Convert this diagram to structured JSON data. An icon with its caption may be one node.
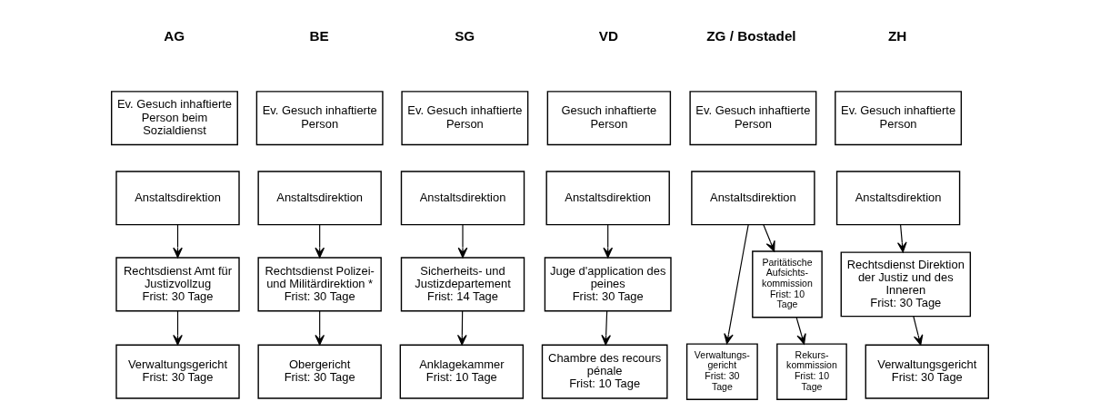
{
  "diagram": {
    "nodes": [
      {
        "text": [
          "Ev. Gesuch inhaftierte Person beim Sozialdienst"
        ]
      },
      {
        "text": [
          "Anstaltsdirektion"
        ]
      },
      {
        "text": [
          "Rechtsdienst Amt für Justizvollzug",
          "Frist: 30 Tage"
        ]
      },
      {
        "text": [
          "Verwaltungsgericht",
          "Frist: 30 Tage"
        ]
      },
      {
        "text": [
          "Ev. Gesuch inhaftierte Person"
        ]
      },
      {
        "text": [
          "Anstaltsdirektion"
        ]
      },
      {
        "text": [
          "Rechtsdienst Polizei- und Militärdirektion *",
          "Frist: 30 Tage"
        ]
      },
      {
        "text": [
          "Obergericht",
          "Frist: 30 Tage"
        ]
      },
      {
        "text": [
          "Ev. Gesuch inhaftierte Person"
        ]
      },
      {
        "text": [
          "Anstaltsdirektion"
        ]
      },
      {
        "text": [
          "Sicherheits- und Justizdepartement",
          "Frist: 14 Tage"
        ]
      },
      {
        "text": [
          "Anklagekammer",
          "Frist: 10 Tage"
        ]
      },
      {
        "text": [
          "Gesuch inhaftierte Person"
        ]
      },
      {
        "text": [
          "Anstaltsdirektion"
        ]
      },
      {
        "text": [
          "Juge d'application des peines",
          "Frist: 30 Tage"
        ]
      },
      {
        "text": [
          "Chambre des recours pénale",
          "Frist: 10 Tage"
        ]
      },
      {
        "text": [
          "Ev. Gesuch inhaftierte Person"
        ]
      },
      {
        "text": [
          "Anstaltsdirektion"
        ]
      },
      {
        "text": [
          "Paritätische Aufsichts- kommission",
          "Frist: 10 Tage"
        ]
      },
      {
        "text": [
          "Verwaltungs- gericht",
          "Frist: 30 Tage"
        ]
      },
      {
        "text": [
          "Rekurs- kommission",
          "Frist: 10 Tage"
        ]
      },
      {
        "text": [
          "Ev. Gesuch inhaftierte Person"
        ]
      },
      {
        "text": [
          "Anstaltsdirektion"
        ]
      },
      {
        "text": [
          "Rechtsdienst Direktion der Justiz und des Inneren",
          "Frist: 30 Tage"
        ]
      },
      {
        "text": [
          "Verwaltungsgericht",
          "Frist: 30 Tage"
        ]
      }
    ],
    "edges": [
      {
        "from": 1,
        "to": 2,
        "arrow": "to"
      },
      {
        "from": 2,
        "to": 3,
        "arrow": "to"
      },
      {
        "from": 5,
        "to": 6,
        "arrow": "to"
      },
      {
        "from": 6,
        "to": 7,
        "arrow": "to"
      },
      {
        "from": 9,
        "to": 10,
        "arrow": "to"
      },
      {
        "from": 10,
        "to": 11,
        "arrow": "to"
      },
      {
        "from": 13,
        "to": 14,
        "arrow": "to"
      },
      {
        "from": 14,
        "to": 15,
        "arrow": "to"
      },
      {
        "from": 17,
        "to": 19,
        "arrow": "to"
      },
      {
        "from": 17,
        "to": 18,
        "arrow": "to"
      },
      {
        "from": 18,
        "to": 20,
        "arrow": "to"
      },
      {
        "from": 22,
        "to": 23,
        "arrow": "to"
      },
      {
        "from": 23,
        "to": 24,
        "arrow": "to"
      }
    ],
    "labels": [
      "AG",
      "BE",
      "SG",
      "VD",
      "ZG / Bostadel",
      "ZH"
    ]
  }
}
